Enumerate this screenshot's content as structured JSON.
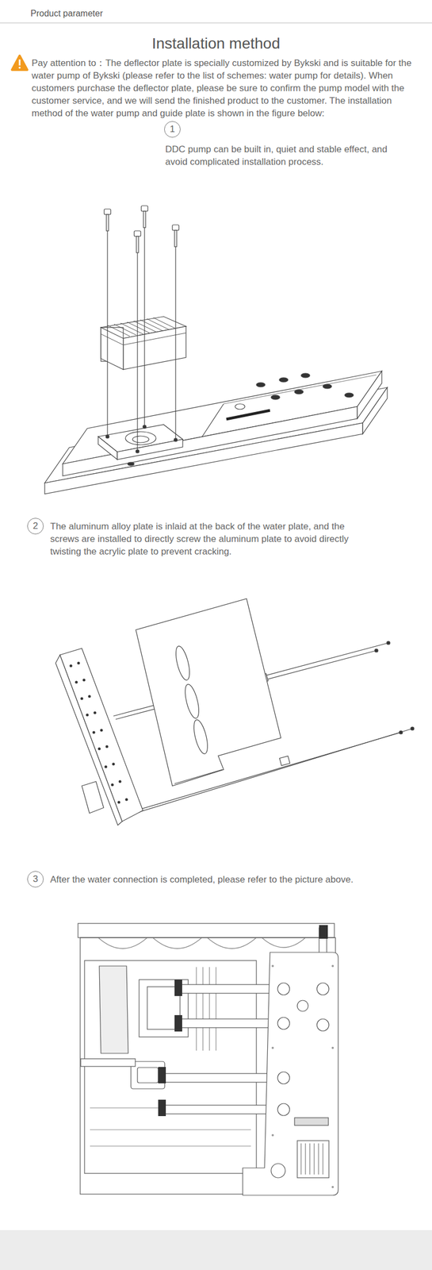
{
  "diagram": {
    "title": "Installation method",
    "nodes": [
      {
        "text": [
          "1"
        ]
      },
      {
        "text": [
          "2"
        ]
      },
      {
        "text": [
          "3"
        ]
      }
    ],
    "labels": [
      "Product parameter",
      "Pay attention to：The deflector plate is specially customized by Bykski and is suitable for the water pump of Bykski (please refer to the list of schemes: water pump for details). When customers purchase the deflector plate, please be sure to confirm the pump model with the customer service, and we will send the finished product to the customer. The installation method of the water pump and guide plate is shown in the figure below:",
      "DDC pump can be built in, quiet and stable effect, and avoid complicated installation process.",
      "The aluminum alloy plate is inlaid at the back of the water plate, and the screws are installed to directly screw the aluminum plate to avoid directly twisting the acrylic plate to prevent cracking.",
      "After the water connection is completed, please refer to the picture above."
    ]
  }
}
